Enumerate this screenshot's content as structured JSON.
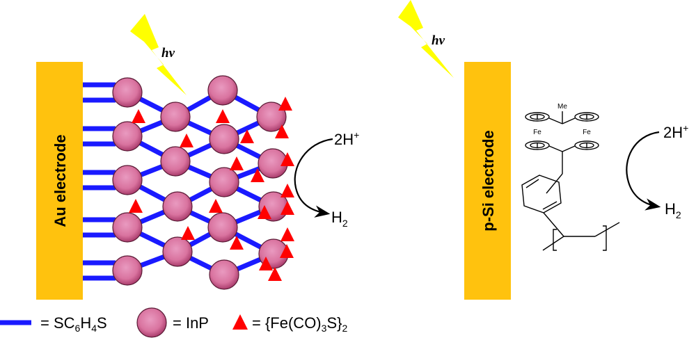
{
  "colors": {
    "electrode": "#FFC20E",
    "bond": "#1A1AFF",
    "nanoparticle": "#D9739F",
    "catalyst": "#FF0000",
    "light": "#FFFF00"
  },
  "left_panel": {
    "electrode_label": "Au electrode",
    "light_label": "hν",
    "reactant": {
      "main": "2H",
      "sup": "+"
    },
    "product": {
      "main": "H",
      "sub": "2"
    }
  },
  "right_panel": {
    "electrode_label": "p-Si electrode",
    "light_label": "hν",
    "methyl_label": "Me",
    "iron_label_1": "Fe",
    "iron_label_2": "Fe",
    "reactant": {
      "main": "2H",
      "sup": "+"
    },
    "product": {
      "main": "H",
      "sub": "2"
    }
  },
  "legend": {
    "linker": {
      "prefix": "= SC",
      "s1": "6",
      "mid": "H",
      "s2": "4",
      "suffix": "S"
    },
    "nanoparticle": {
      "text": "= InP"
    },
    "catalyst": {
      "prefix": "= {Fe(CO)",
      "s1": "3",
      "mid": "S}",
      "s2": "2"
    }
  }
}
